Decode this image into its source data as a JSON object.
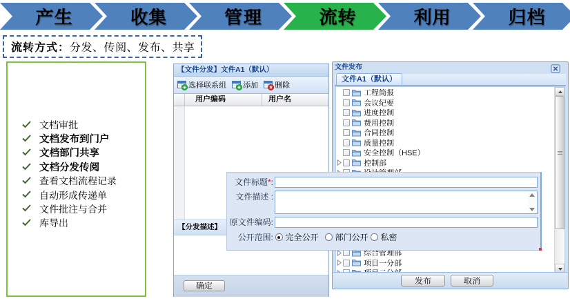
{
  "process_bar": {
    "stages": [
      {
        "label": "产生",
        "active": false
      },
      {
        "label": "收集",
        "active": false
      },
      {
        "label": "管理",
        "active": false
      },
      {
        "label": "流转",
        "active": true
      },
      {
        "label": "利用",
        "active": false
      },
      {
        "label": "归档",
        "active": false
      }
    ],
    "colors": {
      "stage": "#4f81bd",
      "active_stage": "#28b24b"
    }
  },
  "flow_note": {
    "title": "流转方式：",
    "text": "分发、传阅、发布、共享"
  },
  "feature_list": {
    "check_icon": "check-mark",
    "border_color": "#7ec141",
    "items": [
      {
        "label": "文档审批",
        "bold": false
      },
      {
        "label": "文档发布到门户",
        "bold": true
      },
      {
        "label": "文档部门共享",
        "bold": true
      },
      {
        "label": "文档分发传阅",
        "bold": true
      },
      {
        "label": "查看文档流程记录",
        "bold": false
      },
      {
        "label": "自动形成传递单",
        "bold": false
      },
      {
        "label": "文件批注与合并",
        "bold": false
      },
      {
        "label": "库导出",
        "bold": false
      }
    ]
  },
  "distribute_window": {
    "title": "【文件分发】文件A1（默认）",
    "toolbar": [
      {
        "label": "选择联系组",
        "icon": "grid-add-icon"
      },
      {
        "label": "添加",
        "icon": "grid-add-icon"
      },
      {
        "label": "删除",
        "icon": "grid-delete-icon"
      }
    ],
    "table": {
      "columns": [
        "用户编码",
        "用户名"
      ],
      "rows": []
    },
    "description_label": "【分发描述】",
    "description_value": "",
    "confirm_label": "确定"
  },
  "publish_window": {
    "title": "文件发布",
    "close_icon": "close-x",
    "tab_label": "文件A1（默认）",
    "tree_items": [
      {
        "label": "工程简报",
        "expandable": false,
        "row": 0
      },
      {
        "label": "会议纪要",
        "expandable": false,
        "row": 1
      },
      {
        "label": "进度控制",
        "expandable": false,
        "row": 2
      },
      {
        "label": "费用控制",
        "expandable": false,
        "row": 3
      },
      {
        "label": "合同控制",
        "expandable": false,
        "row": 4
      },
      {
        "label": "质量控制",
        "expandable": false,
        "row": 5
      },
      {
        "label": "安全控制（HSE）",
        "expandable": false,
        "row": 6
      },
      {
        "label": "控制部",
        "expandable": true,
        "row": 7
      },
      {
        "label": "设计管理部",
        "expandable": true,
        "row": 8
      },
      {
        "label": "综合管理部",
        "expandable": true,
        "row": 16
      },
      {
        "label": "项目一分部",
        "expandable": true,
        "row": 17
      },
      {
        "label": "项目二分部",
        "expandable": true,
        "row": 18
      }
    ],
    "publish_label": "发布",
    "cancel_label": "取消"
  },
  "publish_dialog": {
    "label_colon": ":",
    "title_field": {
      "label": "文件标题",
      "required_mark": "*",
      "value": ""
    },
    "desc_field": {
      "label": "文件描述",
      "value": ""
    },
    "code_field": {
      "label": "原文件编码",
      "value": ""
    },
    "scope_field": {
      "label": "公开范围",
      "options": [
        {
          "label": "完全公开",
          "selected": true
        },
        {
          "label": "部门公开",
          "selected": false
        },
        {
          "label": "私密",
          "selected": false
        }
      ]
    }
  }
}
